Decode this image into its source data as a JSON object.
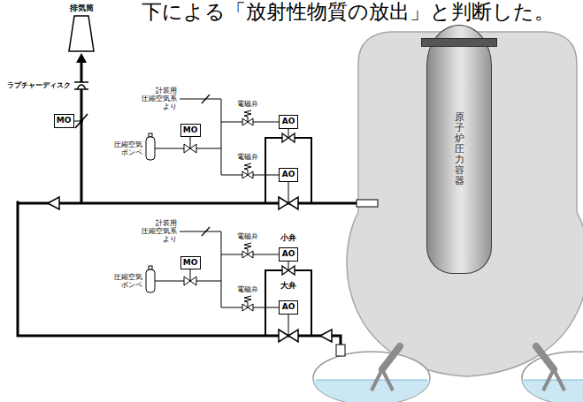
{
  "diagram": {
    "nodes": [
      {
        "text": [
          "MO"
        ]
      },
      {
        "text": [
          "AO"
        ]
      },
      {
        "text": [
          "MO"
        ]
      },
      {
        "text": [
          "AO"
        ]
      },
      {
        "text": [
          "原子炉圧力容器"
        ]
      },
      {
        "text": [
          "AO"
        ]
      },
      {
        "text": [
          "MO"
        ]
      },
      {
        "text": [
          "AO"
        ]
      }
    ],
    "labels": [
      "下による「放射性物質の放出」と判断した。",
      "排気筒",
      "ラプチャーディスク",
      "計装用 圧縮空気系 より",
      "電磁弁",
      "圧縮空気 ボンベ",
      "電磁弁",
      "小弁",
      "計装用 圧縮空気系 より",
      "電磁弁",
      "圧縮空気 ボンベ",
      "電磁弁",
      "大弁"
    ]
  }
}
